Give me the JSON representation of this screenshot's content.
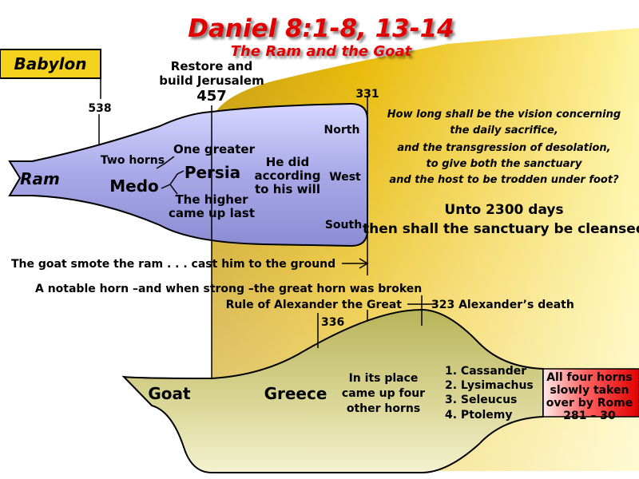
{
  "title": {
    "main": "Daniel 8:1-8, 13-14",
    "subtitle": "The Ram and the Goat"
  },
  "babylon": {
    "label": "Babylon",
    "year": "538"
  },
  "restore": {
    "line1": "Restore and",
    "line2": "build Jerusalem",
    "year": "457"
  },
  "year_331": "331",
  "ram": {
    "label": "Ram",
    "two_horns": "Two horns",
    "one_greater": "One greater",
    "persia": "Persia",
    "medo": "Medo",
    "higher_line1": "The higher",
    "higher_line2": "came up last",
    "did_line1": "He did",
    "did_line2": "according",
    "did_line3": "to his will",
    "north": "North",
    "west": "West",
    "south": "South"
  },
  "question": {
    "line1": "How long shall be the vision concerning",
    "line2": "the daily sacrifice,",
    "line3": "and the transgression of desolation,",
    "line4": "to give both the sanctuary",
    "line5": "and the host to be trodden under foot?"
  },
  "answer": {
    "line1": "Unto 2300 days",
    "line2": "then shall the sanctuary be cleansed"
  },
  "goat_text": {
    "smote": "The goat smote the ram . . . cast him to the ground",
    "notable": "A notable horn –and when strong –the great horn was broken",
    "rule": "Rule of Alexander the Great",
    "death": "323 Alexander’s death",
    "year_336": "336"
  },
  "goat": {
    "label": "Goat",
    "greece": "Greece",
    "place_line1": "In its place",
    "place_line2": "came up four",
    "place_line3": "other horns",
    "horns": [
      "1. Cassander",
      "2. Lysimachus",
      "3. Seleucus",
      "4. Ptolemy"
    ],
    "rome_line1": "All four horns",
    "rome_line2": "slowly taken",
    "rome_line3": "over by Rome",
    "rome_years": "281 – 30"
  },
  "colors": {
    "title_red": "#e00000",
    "babylon_yellow": "#f5d21e",
    "sanctuary_gold": "#f0c000",
    "ram_lavender": "#b4b4ee",
    "goat_olive": "#d6d290",
    "rome_red": "#e80000"
  }
}
